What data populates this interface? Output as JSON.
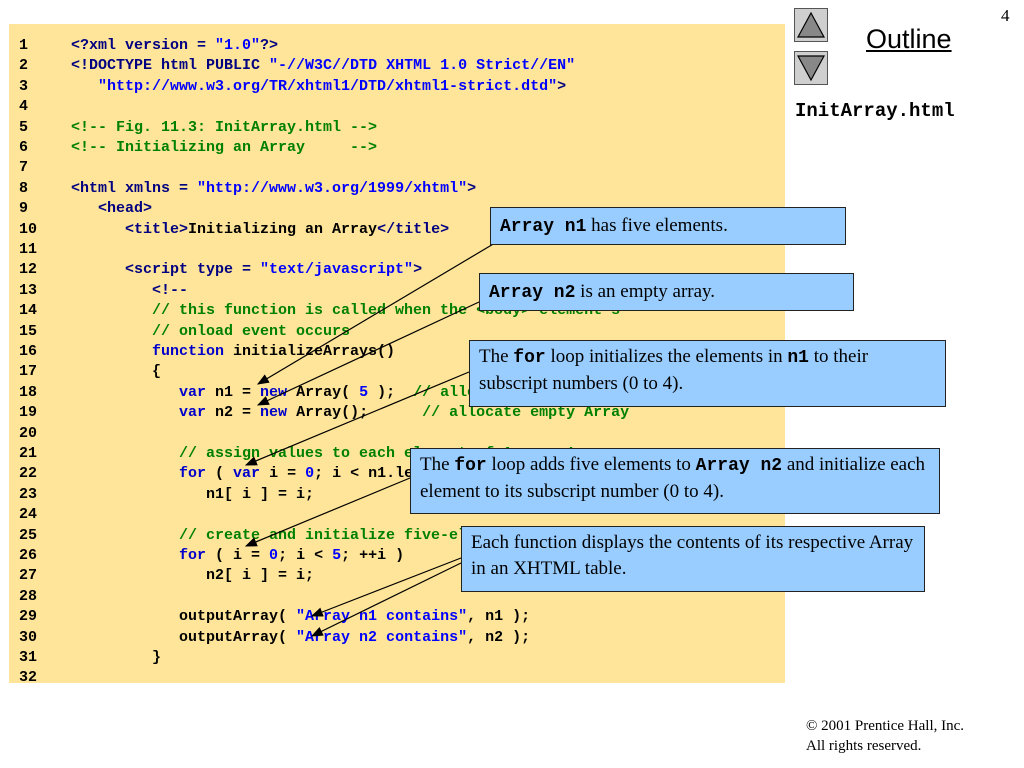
{
  "slide_number": "4",
  "outline_label": "Outline",
  "file_name": "InitArray.html",
  "nav": {
    "up_icon": "triangle-up-icon",
    "down_icon": "triangle-down-icon"
  },
  "code_lines": [
    {
      "n": "1",
      "t": [
        [
          "m",
          "<?xml version = "
        ],
        [
          "s",
          "\"1.0\""
        ],
        [
          "m",
          "?>"
        ]
      ]
    },
    {
      "n": "2",
      "t": [
        [
          "m",
          "<!DOCTYPE html PUBLIC "
        ],
        [
          "s",
          "\"-//W3C//DTD XHTML 1.0 Strict//EN\""
        ]
      ]
    },
    {
      "n": "3",
      "t": [
        [
          "s",
          "   \"http://www.w3.org/TR/xhtml1/DTD/xhtml1-strict.dtd\""
        ],
        [
          "m",
          ">"
        ]
      ]
    },
    {
      "n": "4",
      "t": []
    },
    {
      "n": "5",
      "t": [
        [
          "c",
          "<!-- Fig. 11.3: InitArray.html -->"
        ]
      ]
    },
    {
      "n": "6",
      "t": [
        [
          "c",
          "<!-- Initializing an Array     -->"
        ]
      ]
    },
    {
      "n": "7",
      "t": []
    },
    {
      "n": "8",
      "t": [
        [
          "m",
          "<html xmlns = "
        ],
        [
          "s",
          "\"http://www.w3.org/1999/xhtml\""
        ],
        [
          "m",
          ">"
        ]
      ]
    },
    {
      "n": "9",
      "t": [
        [
          "m",
          "   <head>"
        ]
      ]
    },
    {
      "n": "10",
      "t": [
        [
          "m",
          "      <title>"
        ],
        [
          "p",
          "Initializing an Array"
        ],
        [
          "m",
          "</title>"
        ]
      ]
    },
    {
      "n": "11",
      "t": []
    },
    {
      "n": "12",
      "t": [
        [
          "m",
          "      <script type = "
        ],
        [
          "s",
          "\"text/javascript\""
        ],
        [
          "m",
          ">"
        ]
      ]
    },
    {
      "n": "13",
      "t": [
        [
          "m",
          "         <!--"
        ]
      ]
    },
    {
      "n": "14",
      "t": [
        [
          "c",
          "         // this function is called when the <body> element's"
        ]
      ]
    },
    {
      "n": "15",
      "t": [
        [
          "c",
          "         // onload event occurs"
        ]
      ]
    },
    {
      "n": "16",
      "t": [
        [
          "k",
          "         function"
        ],
        [
          "p",
          " initializeArrays()"
        ]
      ]
    },
    {
      "n": "17",
      "t": [
        [
          "p",
          "         {"
        ]
      ]
    },
    {
      "n": "18",
      "t": [
        [
          "k",
          "            var"
        ],
        [
          "p",
          " n1 = "
        ],
        [
          "k",
          "new"
        ],
        [
          "p",
          " Array( "
        ],
        [
          "s",
          "5"
        ],
        [
          "p",
          " );  "
        ],
        [
          "c",
          "// allocate 5-element Array"
        ]
      ]
    },
    {
      "n": "19",
      "t": [
        [
          "k",
          "            var"
        ],
        [
          "p",
          " n2 = "
        ],
        [
          "k",
          "new"
        ],
        [
          "p",
          " Array();      "
        ],
        [
          "c",
          "// allocate empty Array"
        ]
      ]
    },
    {
      "n": "20",
      "t": []
    },
    {
      "n": "21",
      "t": [
        [
          "c",
          "            // assign values to each element of Array n1"
        ]
      ]
    },
    {
      "n": "22",
      "t": [
        [
          "k",
          "            for"
        ],
        [
          "p",
          " ( "
        ],
        [
          "k",
          "var"
        ],
        [
          "p",
          " i = "
        ],
        [
          "s",
          "0"
        ],
        [
          "p",
          "; i < n1.length; ++i )"
        ]
      ]
    },
    {
      "n": "23",
      "t": [
        [
          "p",
          "               n1[ i ] = i;"
        ]
      ]
    },
    {
      "n": "24",
      "t": []
    },
    {
      "n": "25",
      "t": [
        [
          "c",
          "            // create and initialize five-elements in Array n2"
        ]
      ]
    },
    {
      "n": "26",
      "t": [
        [
          "k",
          "            for"
        ],
        [
          "p",
          " ( i = "
        ],
        [
          "s",
          "0"
        ],
        [
          "p",
          "; i < "
        ],
        [
          "s",
          "5"
        ],
        [
          "p",
          "; ++i )"
        ]
      ]
    },
    {
      "n": "27",
      "t": [
        [
          "p",
          "               n2[ i ] = i;"
        ]
      ]
    },
    {
      "n": "28",
      "t": []
    },
    {
      "n": "29",
      "t": [
        [
          "p",
          "            outputArray( "
        ],
        [
          "s",
          "\"Array n1 contains\""
        ],
        [
          "p",
          ", n1 );"
        ]
      ]
    },
    {
      "n": "30",
      "t": [
        [
          "p",
          "            outputArray( "
        ],
        [
          "s",
          "\"Array n2 contains\""
        ],
        [
          "p",
          ", n2 );"
        ]
      ]
    },
    {
      "n": "31",
      "t": [
        [
          "p",
          "         }"
        ]
      ]
    },
    {
      "n": "32",
      "t": []
    }
  ],
  "callouts": {
    "c1": {
      "mono1": "Array n1",
      "text1": " has five elements."
    },
    "c2": {
      "mono1": "Array n2",
      "text1": " is an empty array."
    },
    "c3": {
      "text1": "The ",
      "mono1": "for",
      "text2": " loop initializes the elements in ",
      "mono2": "n1",
      "text3": " to their subscript numbers (0 to 4)."
    },
    "c4": {
      "text1": "The ",
      "mono1": "for",
      "text2": " loop adds five elements to ",
      "mono2": "Array n2",
      "text3": " and initialize each element to its subscript number (0 to 4)."
    },
    "c5": {
      "text1": "Each function displays the contents of its respective Array in an XHTML table."
    }
  },
  "copyright": {
    "line1": "© 2001 Prentice Hall, Inc.",
    "line2": "All rights reserved."
  }
}
